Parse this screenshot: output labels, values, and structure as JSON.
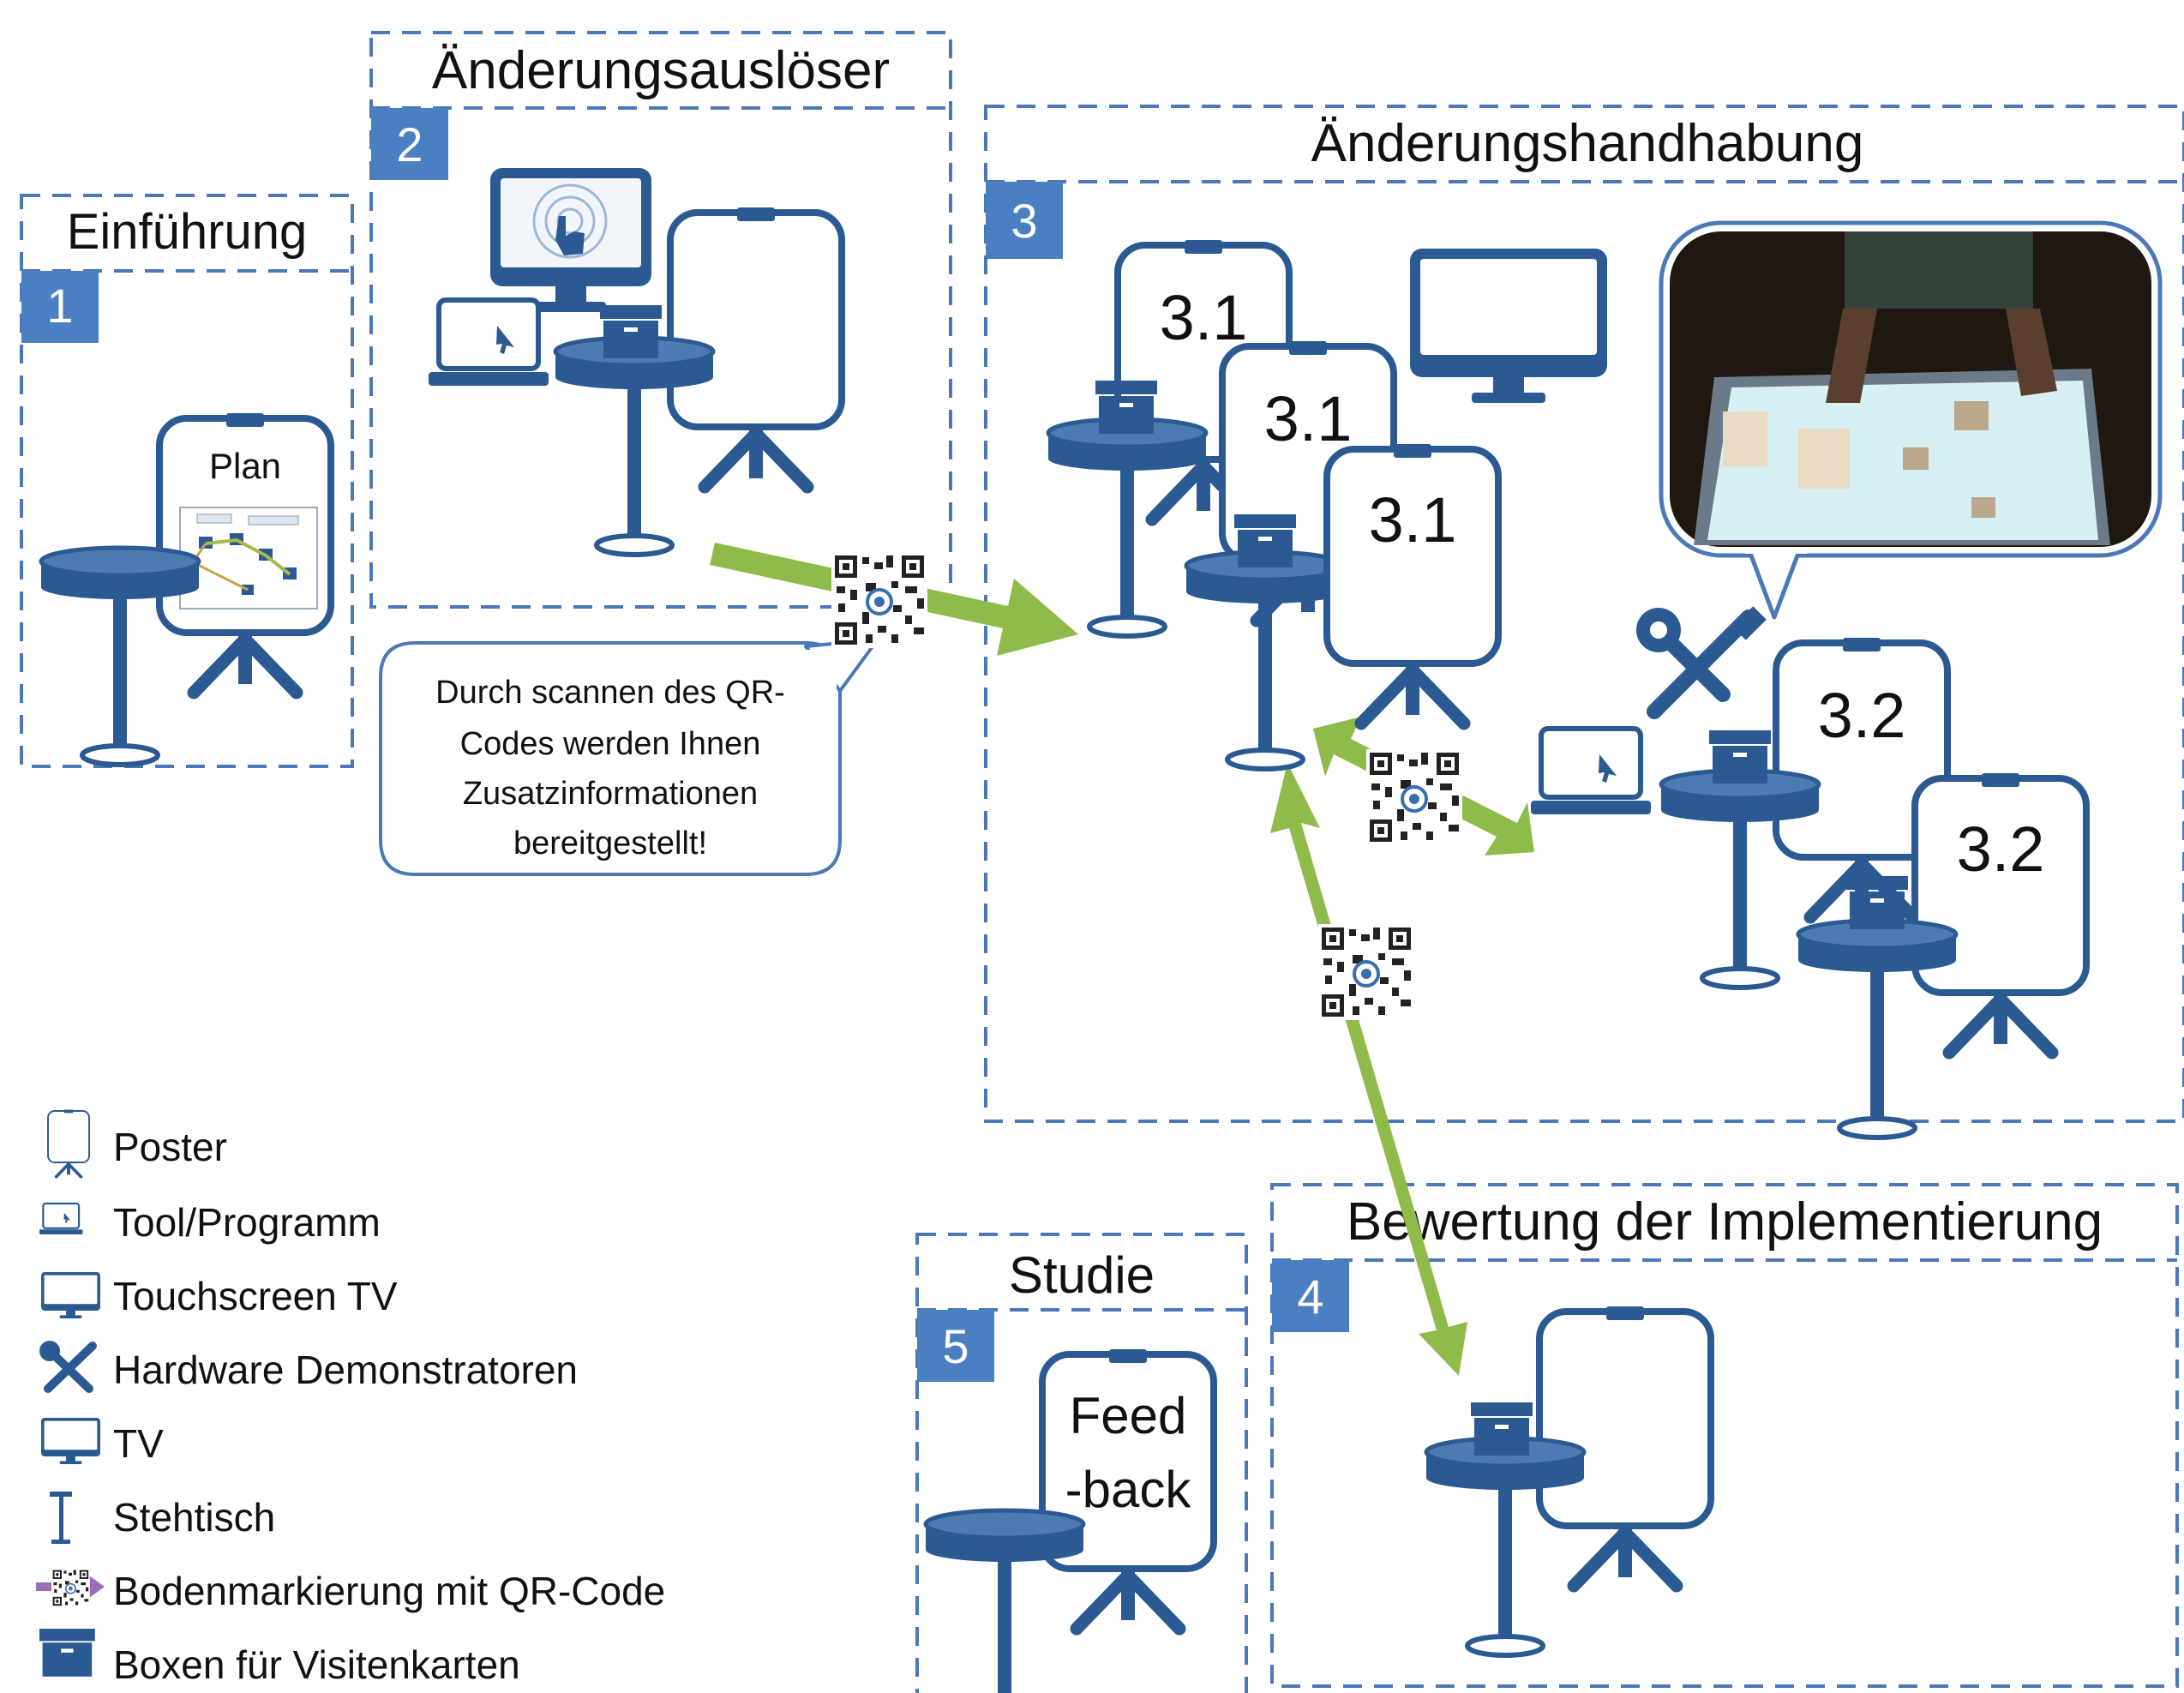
{
  "sections": {
    "einfuehrung": {
      "title": "Einführung",
      "number": "1",
      "poster_label": "Plan"
    },
    "ausloeser": {
      "title": "Änderungsauslöser",
      "number": "2"
    },
    "handhabung": {
      "title": "Änderungshandhabung",
      "number": "3",
      "poster_a": "3.1",
      "poster_b": "3.2"
    },
    "bewertung": {
      "title": "Bewertung der Implementierung",
      "number": "4"
    },
    "studie": {
      "title": "Studie",
      "number": "5",
      "poster_line1": "Feed",
      "poster_line2": "-back"
    }
  },
  "callout": {
    "line1": "Durch scannen des QR-",
    "line2": "Codes werden Ihnen",
    "line3": "Zusatzinformationen",
    "line4": "bereitgestellt!"
  },
  "legend": [
    {
      "icon": "poster-icon",
      "label": "Poster"
    },
    {
      "icon": "laptop-icon",
      "label": "Tool/Programm"
    },
    {
      "icon": "touchscreen-tv-icon",
      "label": "Touchscreen TV"
    },
    {
      "icon": "tools-icon",
      "label": "Hardware Demonstratoren"
    },
    {
      "icon": "tv-icon",
      "label": "TV"
    },
    {
      "icon": "standing-table-icon",
      "label": "Stehtisch"
    },
    {
      "icon": "qr-floor-marker-icon",
      "label": "Bodenmarkierung mit QR-Code"
    },
    {
      "icon": "card-box-icon",
      "label": "Boxen für Visitenkarten"
    }
  ],
  "colors": {
    "navy": "#2b5a93",
    "badge": "#4a7fc1",
    "frame": "#4a78b8",
    "arrow": "#8fbb4a",
    "marker": "#9b6fb5"
  }
}
